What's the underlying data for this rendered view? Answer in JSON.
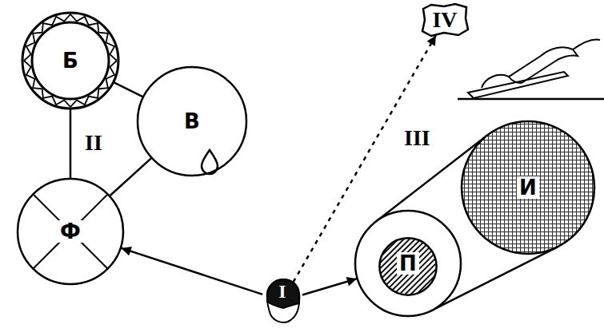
{
  "diagram": {
    "nodes": [
      {
        "text": [
          "Б"
        ]
      },
      {
        "text": [
          "В"
        ]
      },
      {
        "text": [
          "Ф"
        ]
      },
      {
        "text": [
          "IV"
        ]
      },
      {
        "text": [
          "III"
        ]
      },
      {
        "text": [
          "П"
        ],
        "in": 4
      },
      {
        "text": [
          "И"
        ],
        "in": 4
      },
      {
        "text": [
          "I"
        ]
      }
    ],
    "edges": [
      {
        "from": 0,
        "to": 1,
        "arrow": "none"
      },
      {
        "from": 0,
        "to": 2,
        "arrow": "none"
      },
      {
        "from": 1,
        "to": 2,
        "arrow": "none"
      },
      {
        "from": 7,
        "to": 2,
        "arrow": "to"
      },
      {
        "from": 7,
        "to": 3,
        "arrow": "to"
      },
      {
        "from": 7,
        "to": 5,
        "arrow": "to"
      }
    ],
    "labels": [
      "II"
    ]
  }
}
